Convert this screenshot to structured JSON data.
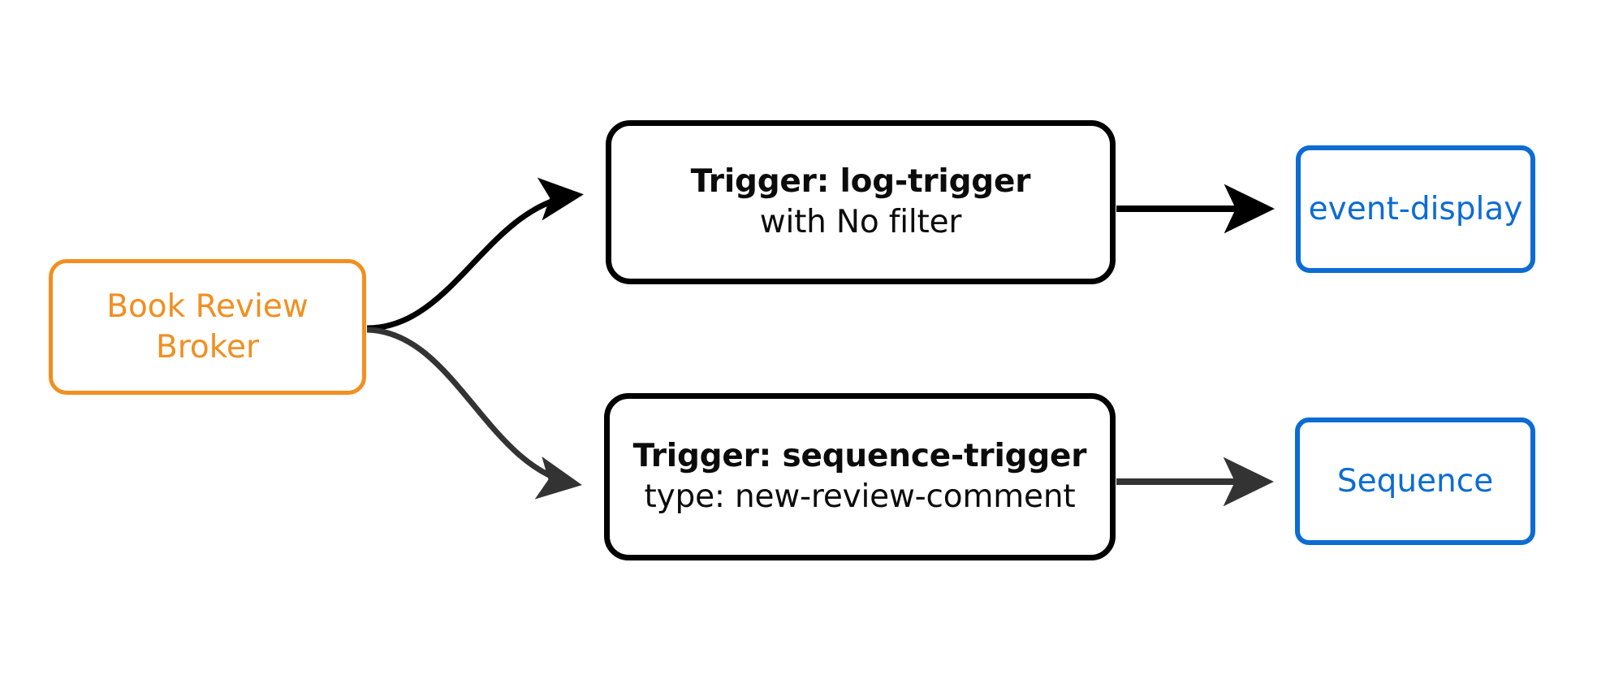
{
  "diagram": {
    "type": "flow-diagram",
    "background": "#ffffff",
    "colors": {
      "broker": "#f18f21",
      "trigger": "#000000",
      "target": "#0c6cd3",
      "edge_primary": "#000000",
      "edge_secondary": "#333333"
    },
    "nodes": [
      {
        "id": "broker",
        "kind": "broker",
        "line1": "Book Review",
        "line2": "Broker",
        "color": "#f18f21"
      },
      {
        "id": "log-trigger",
        "kind": "trigger",
        "title": "Trigger: log-trigger",
        "subtitle": "with No filter",
        "color": "#000000"
      },
      {
        "id": "sequence-trigger",
        "kind": "trigger",
        "title": "Trigger: sequence-trigger",
        "subtitle": "type: new-review-comment",
        "color": "#000000"
      },
      {
        "id": "event-display",
        "kind": "target",
        "label": "event-display",
        "color": "#0c6cd3"
      },
      {
        "id": "sequence",
        "kind": "target",
        "label": "Sequence",
        "color": "#0c6cd3"
      }
    ],
    "edges": [
      {
        "id": "broker-to-log-trigger",
        "from": "broker",
        "to": "log-trigger",
        "style": "curved",
        "color": "#000000",
        "label": ""
      },
      {
        "id": "broker-to-sequence-trigger",
        "from": "broker",
        "to": "sequence-trigger",
        "style": "curved",
        "color": "#333333",
        "label": ""
      },
      {
        "id": "log-trigger-to-event-display",
        "from": "log-trigger",
        "to": "event-display",
        "style": "straight",
        "color": "#000000",
        "label": ""
      },
      {
        "id": "sequence-trigger-to-sequence",
        "from": "sequence-trigger",
        "to": "sequence",
        "style": "straight",
        "color": "#333333",
        "label": ""
      }
    ]
  }
}
